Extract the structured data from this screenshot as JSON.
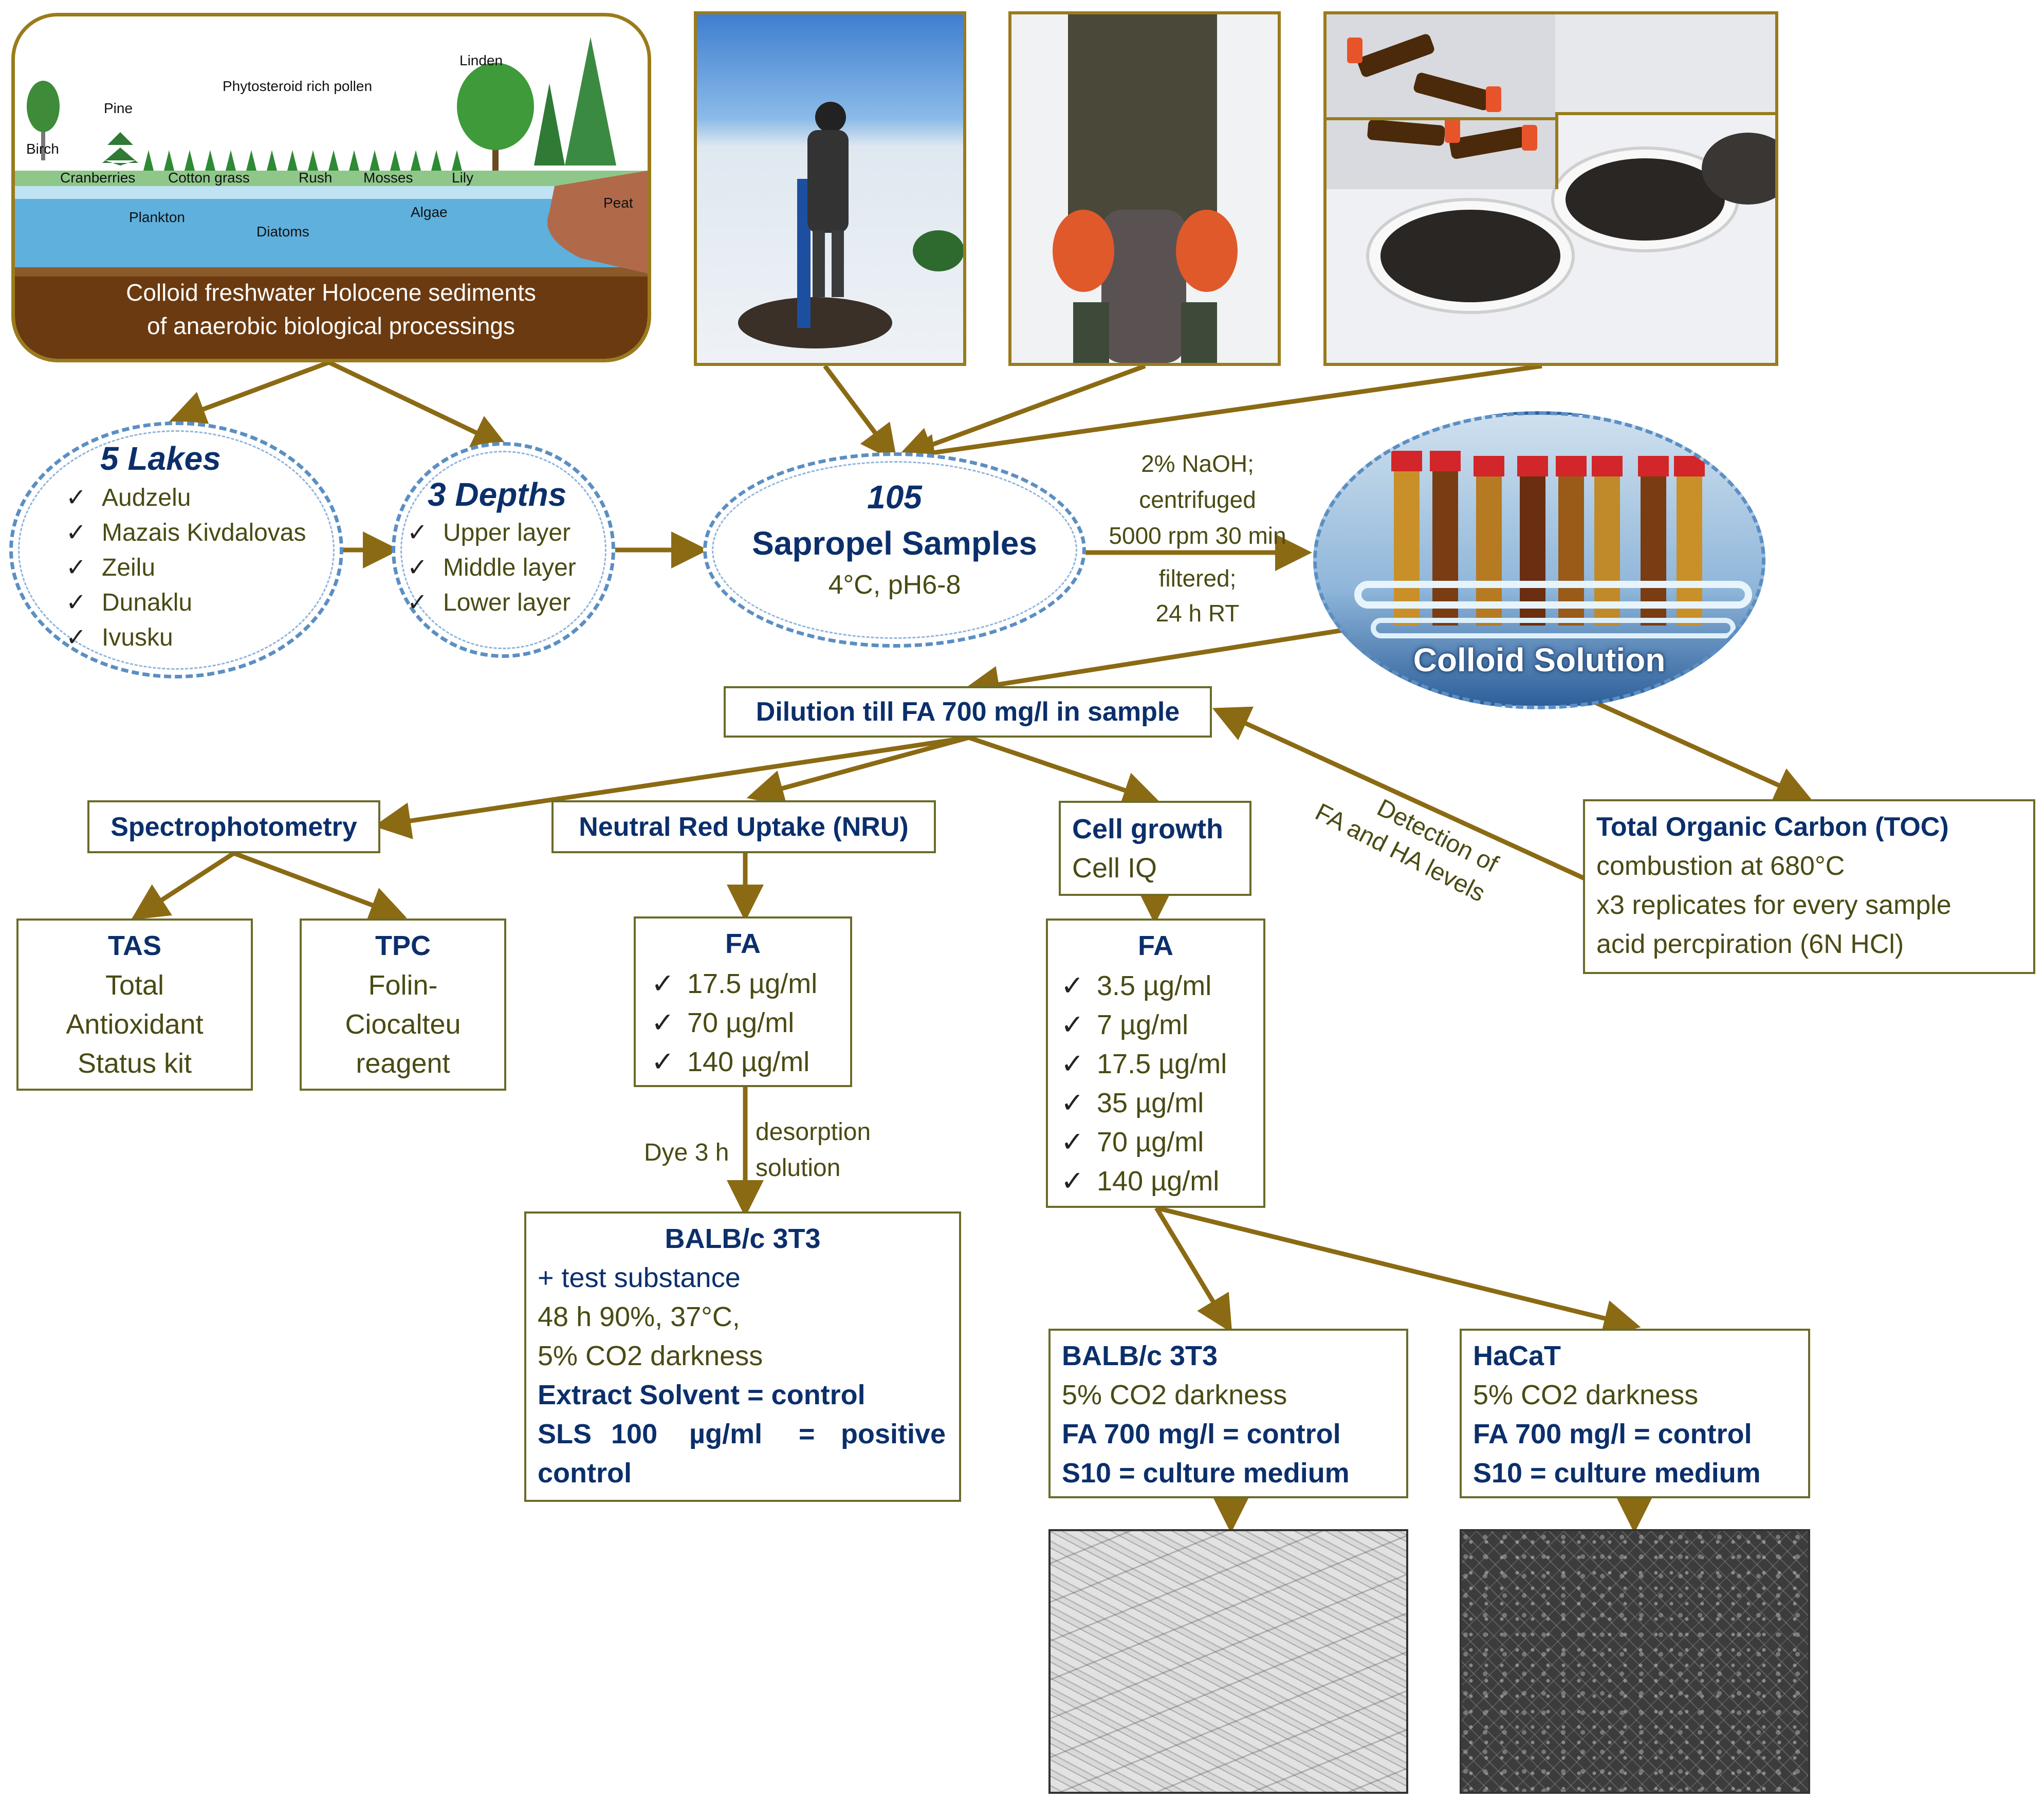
{
  "scene": {
    "plants": [
      "Birch",
      "Pine",
      "Phytosteroid rich pollen",
      "Linden",
      "Cranberries",
      "Cotton grass",
      "Rush",
      "Mosses",
      "Lily",
      "Peat"
    ],
    "water": [
      "Plankton",
      "Diatoms",
      "Algae"
    ],
    "sediment_line1": "Colloid freshwater Holocene sediments",
    "sediment_line2": "of anaerobic biological processings"
  },
  "lakes": {
    "title": "5 Lakes",
    "items": [
      "Audzelu",
      "Mazais Kivdalovas",
      "Zeilu",
      "Dunaklu",
      "Ivusku"
    ]
  },
  "depths": {
    "title": "3 Depths",
    "items": [
      "Upper layer",
      "Middle layer",
      "Lower layer"
    ]
  },
  "samples": {
    "number": "105",
    "title": "Sapropel Samples",
    "cond": "4°C, pH6-8"
  },
  "process": {
    "above": [
      "2% NaOH;",
      "centrifuged",
      "5000 rpm 30 min"
    ],
    "below": [
      "filtered;",
      "24 h RT"
    ]
  },
  "colloid": {
    "label": "Colloid Solution"
  },
  "dilution": {
    "label": "Dilution till FA 700 mg/l in sample"
  },
  "detection": {
    "line1": "Detection of",
    "line2": "FA and HA levels"
  },
  "toc": {
    "title": "Total Organic Carbon (TOC)",
    "lines": [
      "combustion at 680°C",
      "x3 replicates for every sample",
      "acid percpiration (6N HCl)"
    ]
  },
  "spectro": {
    "label": "Spectrophotometry"
  },
  "tas": {
    "title": "TAS",
    "lines": [
      "Total",
      "Antioxidant",
      "Status kit"
    ]
  },
  "tpc": {
    "title": "TPC",
    "lines": [
      "Folin-",
      "Ciocalteu",
      "reagent"
    ]
  },
  "nru": {
    "label": "Neutral Red Uptake (NRU)"
  },
  "nru_fa": {
    "title": "FA",
    "items": [
      "17.5 µg/ml",
      "70 µg/ml",
      "140 µg/ml"
    ]
  },
  "nru_step": {
    "left": "Dye 3 h",
    "right1": "desorption",
    "right2": "solution"
  },
  "balb1": {
    "title": "BALB/c 3T3",
    "line1": "+ test substance",
    "line2": "48 h 90%, 37°C,",
    "line3": "5% CO2 darkness",
    "line4": "Extract Solvent = control",
    "line5a": "SLS",
    "line5b": "100",
    "line5c": "µg/ml",
    "line5d": "=",
    "line5e": "positive",
    "line6": "control"
  },
  "cellgrowth": {
    "line1": "Cell growth",
    "line2": "Cell IQ"
  },
  "cg_fa": {
    "title": "FA",
    "items": [
      "3.5 µg/ml",
      "7 µg/ml",
      "17.5 µg/ml",
      "35 µg/ml",
      "70 µg/ml",
      "140 µg/ml"
    ]
  },
  "balb2": {
    "title": "BALB/c 3T3",
    "line1": "5% CO2 darkness",
    "line2": "FA 700 mg/l = control",
    "line3": "S10 = culture medium"
  },
  "hacat": {
    "title": "HaCaT",
    "line1": "5% CO2 darkness",
    "line2": "FA 700 mg/l = control",
    "line3": "S10 = culture medium"
  },
  "colors": {
    "arrow": "#8b6a14",
    "navy": "#0b2f6b",
    "olive": "#4a4a14",
    "frame": "#9a7b1c",
    "dash": "#5b8fc3"
  }
}
